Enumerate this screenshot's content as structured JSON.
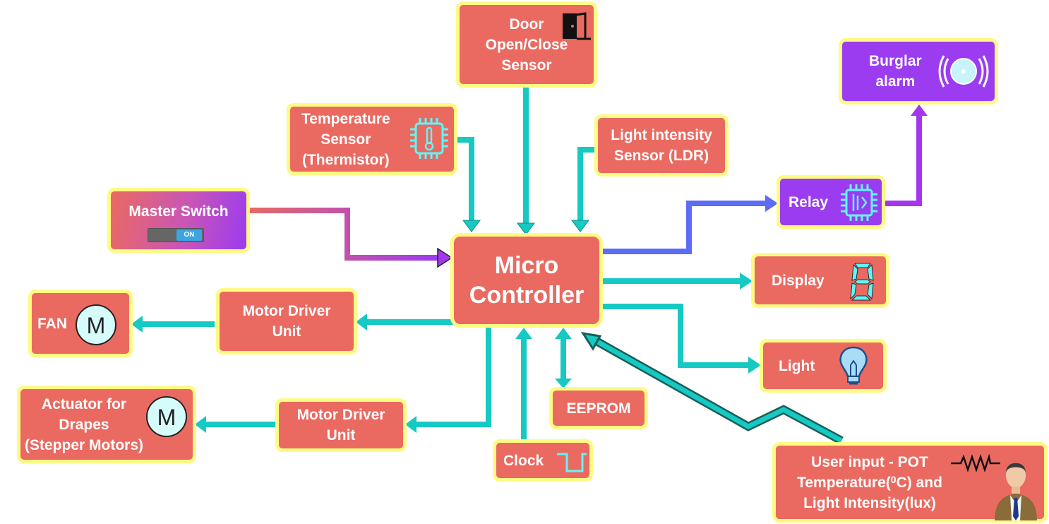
{
  "nodes": {
    "door": "Door\nOpen/Close\nSensor",
    "burglar": "Burglar\nalarm",
    "temperature": "Temperature\nSensor\n(Thermistor)",
    "ldr": "Light intensity\nSensor (LDR)",
    "master": "Master Switch",
    "master_toggle": "ON",
    "relay": "Relay",
    "micro": "Micro\nController",
    "display": "Display",
    "fan": "FAN",
    "motor_driver_1": "Motor Driver\nUnit",
    "light": "Light",
    "actuator": "Actuator for\nDrapes\n(Stepper Motors)",
    "motor_driver_2": "Motor Driver\nUnit",
    "eeprom": "EEPROM",
    "clock": "Clock",
    "user_input_line1": "User input - POT",
    "user_input_line2_pre": "Temperature(",
    "user_input_sup": "0",
    "user_input_line2_post": "C) and",
    "user_input_line3": "Light Intensity(lux)",
    "motor_symbol": "M"
  },
  "colors": {
    "box_fill": "#ea6a61",
    "box_border": "#fdfb82",
    "purple_fill": "#9b3cf0",
    "wire_teal": "#16c9c3",
    "wire_blue": "#5c6cf5",
    "wire_purple": "#a437ee"
  },
  "icons": [
    "door-icon",
    "alarm-icon",
    "thermometer-chip-icon",
    "toggle-switch-icon",
    "relay-chip-icon",
    "seven-segment-icon",
    "motor-icon",
    "lightbulb-icon",
    "clock-pulse-icon",
    "resistor-icon",
    "person-icon"
  ]
}
